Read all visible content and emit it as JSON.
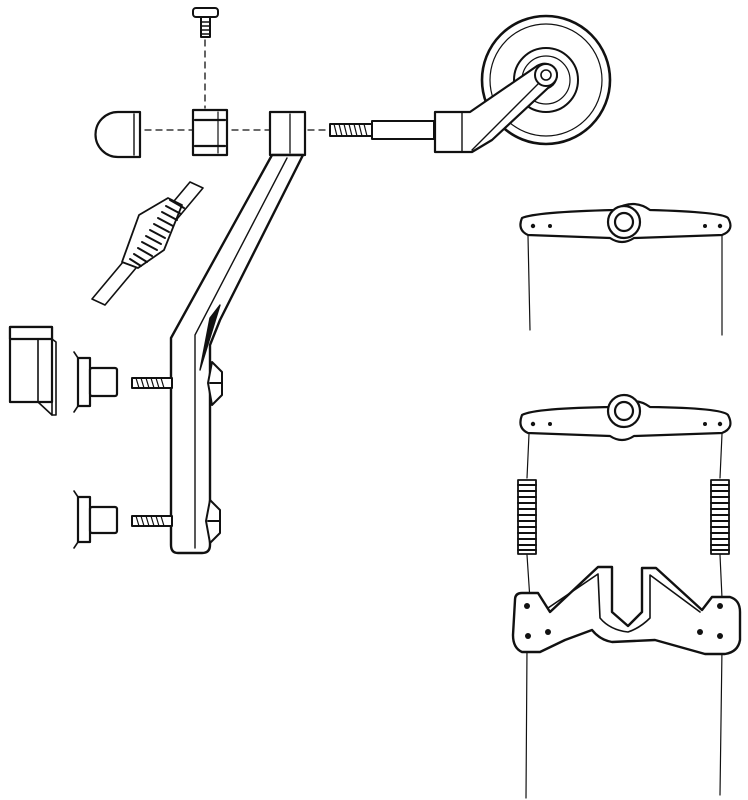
{
  "ink_color": "#111111",
  "paper_color": "#ffffff",
  "parts": [
    "thumb-screw",
    "end-cap",
    "collar",
    "axle-spring",
    "strut-socket",
    "wheel-axle",
    "tail-wheel",
    "wheel-arm",
    "main-strut",
    "mount-block",
    "upper-bushing",
    "upper-mount-bolt",
    "lower-bushing",
    "lower-mount-bolt",
    "upper-steering-horn",
    "lower-steering-horn",
    "centering-spring-left",
    "centering-spring-right",
    "rudder-horn-plate",
    "control-cables"
  ]
}
